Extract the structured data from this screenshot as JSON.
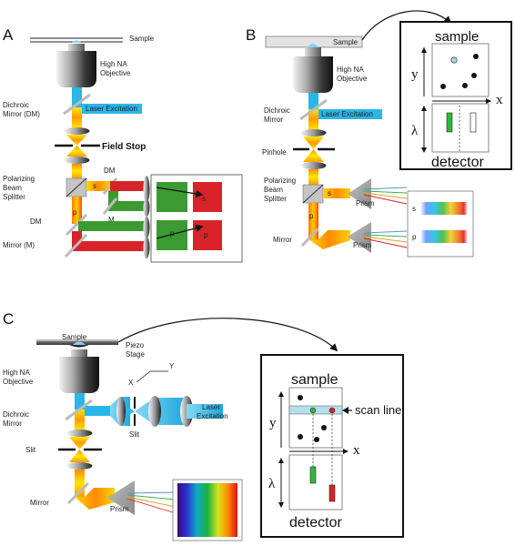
{
  "panels": {
    "a": "A",
    "b": "B",
    "c": "C"
  },
  "a": {
    "sample": "Sample",
    "objective": [
      "High NA",
      "Objective"
    ],
    "dichroic": [
      "Dichroic",
      "Mirror (DM)"
    ],
    "laser": "Laser Excitation",
    "field_stop": "Field Stop",
    "pbs": [
      "Polarizing",
      "Beam",
      "Splitter"
    ],
    "dm1": "DM",
    "dm2": "DM",
    "m": "M",
    "mirror": "Mirror (M)",
    "s": "s",
    "p": "p",
    "out_s": "s",
    "out_p1": "p",
    "out_p2": "p",
    "out_p3": "p"
  },
  "b": {
    "sample": "Sample",
    "objective": [
      "High NA",
      "Objective"
    ],
    "dichroic": [
      "Dichroic",
      "Mirror"
    ],
    "laser": "Laser Excitation",
    "pinhole": "Pinhole",
    "pbs": [
      "Polarizing",
      "Beam",
      "Splitter"
    ],
    "prism1": "Prism",
    "prism2": "Prism",
    "mirror": "Mirror",
    "s": "s",
    "p": "p",
    "spec_s": "s",
    "spec_p": "p",
    "inset": {
      "sample": "sample",
      "y": "y",
      "x": "x",
      "lambda": "λ",
      "detector": "detector"
    }
  },
  "c": {
    "sample": "Sample",
    "piezo": [
      "Piezo",
      "Stage"
    ],
    "axis_x": "X",
    "axis_y": "Y",
    "objective": [
      "High NA",
      "Objective"
    ],
    "dichroic": [
      "Dichroic",
      "Mirror"
    ],
    "slit_left": "Slit",
    "slit_right": "Slit",
    "laser": [
      "Laser",
      "Excitation"
    ],
    "prism": "Prism",
    "mirror": "Mirror",
    "inset": {
      "sample": "sample",
      "scan_line": "scan line",
      "y": "y",
      "x": "x",
      "lambda": "λ",
      "detector": "detector"
    }
  },
  "colors": {
    "laser_blue": "#29b6e8",
    "green": "#3b9a32",
    "red": "#d8232a"
  }
}
